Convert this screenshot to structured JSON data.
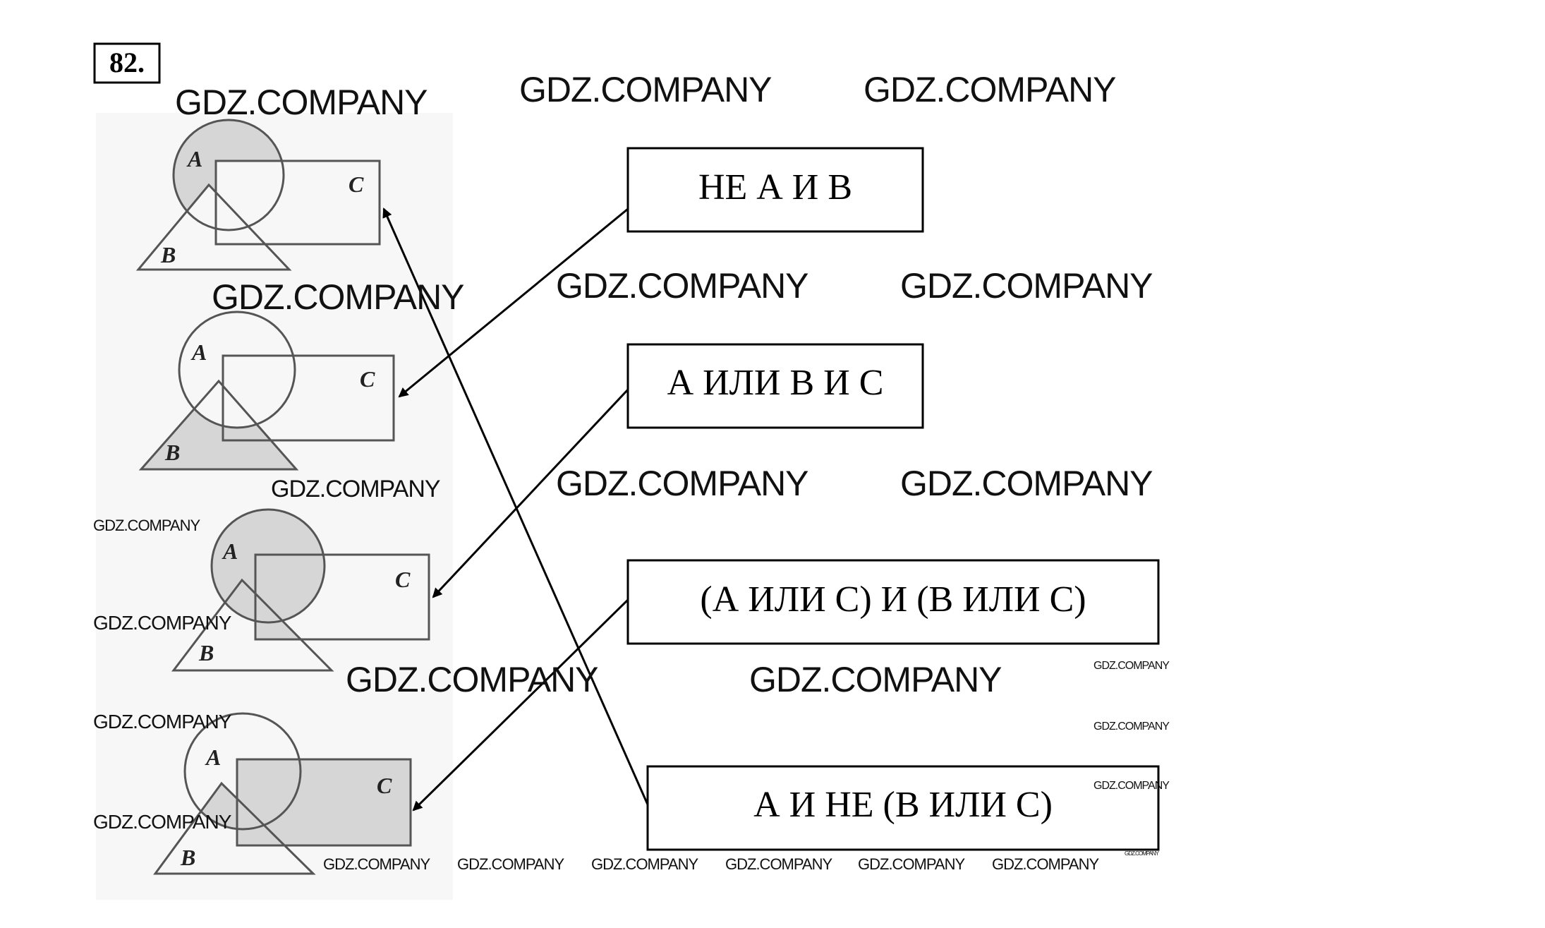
{
  "problem_number": "82.",
  "figure_letters": {
    "a": "A",
    "b": "B",
    "c": "C"
  },
  "expressions": [
    {
      "id": "expr-1",
      "text": "НЕ А И В"
    },
    {
      "id": "expr-2",
      "text": "А ИЛИ В И С"
    },
    {
      "id": "expr-3",
      "text": "(А ИЛИ С) И (В ИЛИ С)"
    },
    {
      "id": "expr-4",
      "text": "А И НЕ (В ИЛИ С)"
    }
  ],
  "figures": [
    {
      "id": "fig-1",
      "shaded": "A minus B and C"
    },
    {
      "id": "fig-2",
      "shaded": "B minus A"
    },
    {
      "id": "fig-3",
      "shaded": "A or (B and C)"
    },
    {
      "id": "fig-4",
      "shaded": "C or (A and B)"
    }
  ],
  "matches": [
    {
      "expression": "expr-1",
      "figure": "fig-2"
    },
    {
      "expression": "expr-2",
      "figure": "fig-3"
    },
    {
      "expression": "expr-3",
      "figure": "fig-4"
    },
    {
      "expression": "expr-4",
      "figure": "fig-1"
    }
  ],
  "watermark": "GDZ.COMPANY",
  "colors": {
    "shade": "#d6d6d6",
    "figure_stroke": "#555555",
    "ink": "#000000"
  }
}
